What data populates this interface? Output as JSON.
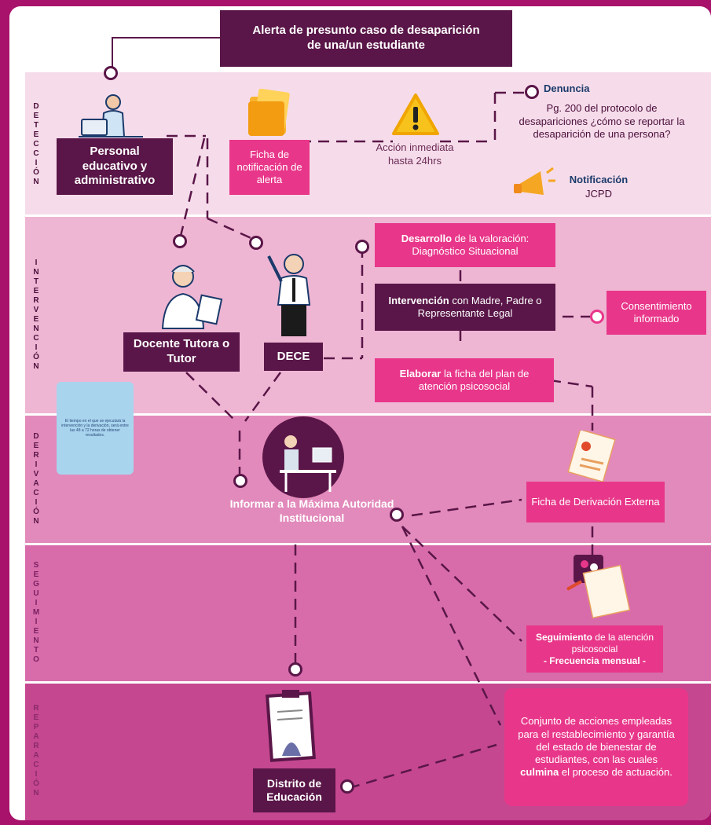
{
  "title": "Alerta de presunto caso de desaparición de una/un estudiante",
  "stages": {
    "deteccion": "DETECCIÓN",
    "intervencion": "INTERVENCIÓN",
    "derivacion": "DERIVACIÓN",
    "seguimiento": "SEGUIMIENTO",
    "reparacion": "REPARACIÓN"
  },
  "deteccion": {
    "personal": "Personal educativo y administrativo",
    "ficha": "Ficha de notificación de alerta",
    "accion": "Acción inmediata hasta 24hrs",
    "denuncia_title": "Denuncia",
    "denuncia_text": "Pg. 200 del protocolo de desapariciones ¿cómo se reportar la desaparición de una persona?",
    "notificacion_title": "Notificación",
    "notificacion_text": "JCPD"
  },
  "intervencion": {
    "docente": "Docente Tutora o Tutor",
    "dece": "DECE",
    "desarrollo_bold": "Desarrollo",
    "desarrollo_rest": " de la valoración: Diagnóstico Situacional",
    "intervencion_bold": "Intervención",
    "intervencion_rest": " con Madre, Padre o Representante Legal",
    "consentimiento": "Consentimiento informado",
    "elaborar_bold": "Elaborar",
    "elaborar_rest": " la ficha del plan de atención psicosocial",
    "note": "El tiempo en el que se ejecutará la intervención y la derivación, será entre las 48 a 72 horas de obtener resultados."
  },
  "derivacion": {
    "informar": "Informar a la Máxima Autoridad Institucional",
    "ficha_externa": "Ficha de Derivación Externa"
  },
  "seguimiento": {
    "seg_bold": "Seguimiento",
    "seg_rest": " de la atención psicosocial",
    "frecuencia": "- Frecuencia mensual -"
  },
  "reparacion": {
    "distrito": "Distrito de Educación",
    "conjunto_pre": "Conjunto de acciones empleadas para el restablecimiento y garantía del estado de bienestar de estudiantes, con las cuales ",
    "conjunto_bold": "culmina",
    "conjunto_post": " el proceso de actuación."
  },
  "icons": [
    "teacher-at-laptop-icon",
    "folder-icon",
    "warning-icon",
    "megaphone-icon",
    "woman-reading-icon",
    "man-pointing-icon",
    "person-at-desk-icon",
    "document-icon",
    "review-documents-icon",
    "clipboard-icon"
  ],
  "colors": {
    "magenta": "#e8378a",
    "plum": "#5a1648",
    "frame": "#a8126a"
  }
}
